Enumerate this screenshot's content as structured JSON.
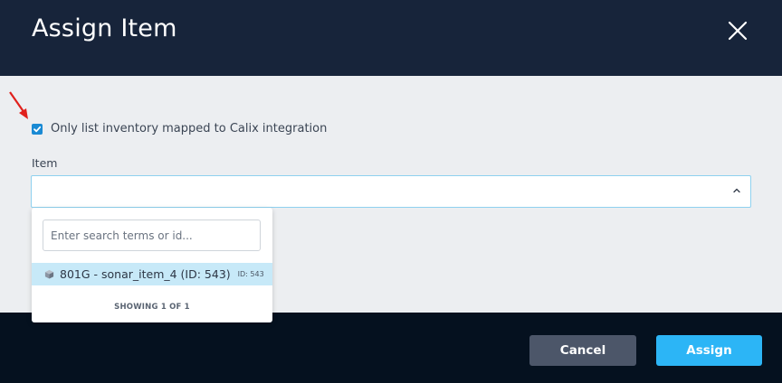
{
  "dialog": {
    "title": "Assign Item",
    "close_icon": "close-icon"
  },
  "filter": {
    "checkbox_checked": true,
    "checkbox_label": "Only list inventory mapped to Calix integration"
  },
  "item_field": {
    "label": "Item",
    "value": "",
    "chevron_icon": "chevron-up-icon"
  },
  "dropdown": {
    "search_placeholder": "Enter search terms or id...",
    "options": [
      {
        "icon": "box-icon",
        "label": "801G - sonar_item_4 (ID: 543)",
        "id_badge": "ID: 543"
      }
    ],
    "showing_text": "SHOWING 1 OF 1"
  },
  "footer": {
    "cancel_label": "Cancel",
    "assign_label": "Assign"
  },
  "colors": {
    "header_bg": "#17243a",
    "body_bg": "#eceef1",
    "footer_bg": "#05111f",
    "accent": "#2cb5f6",
    "checkbox": "#1a8ad4",
    "cancel_bg": "#4c5669",
    "selected_option_bg": "#c7e9f8",
    "annotation_arrow": "#e0201c"
  }
}
